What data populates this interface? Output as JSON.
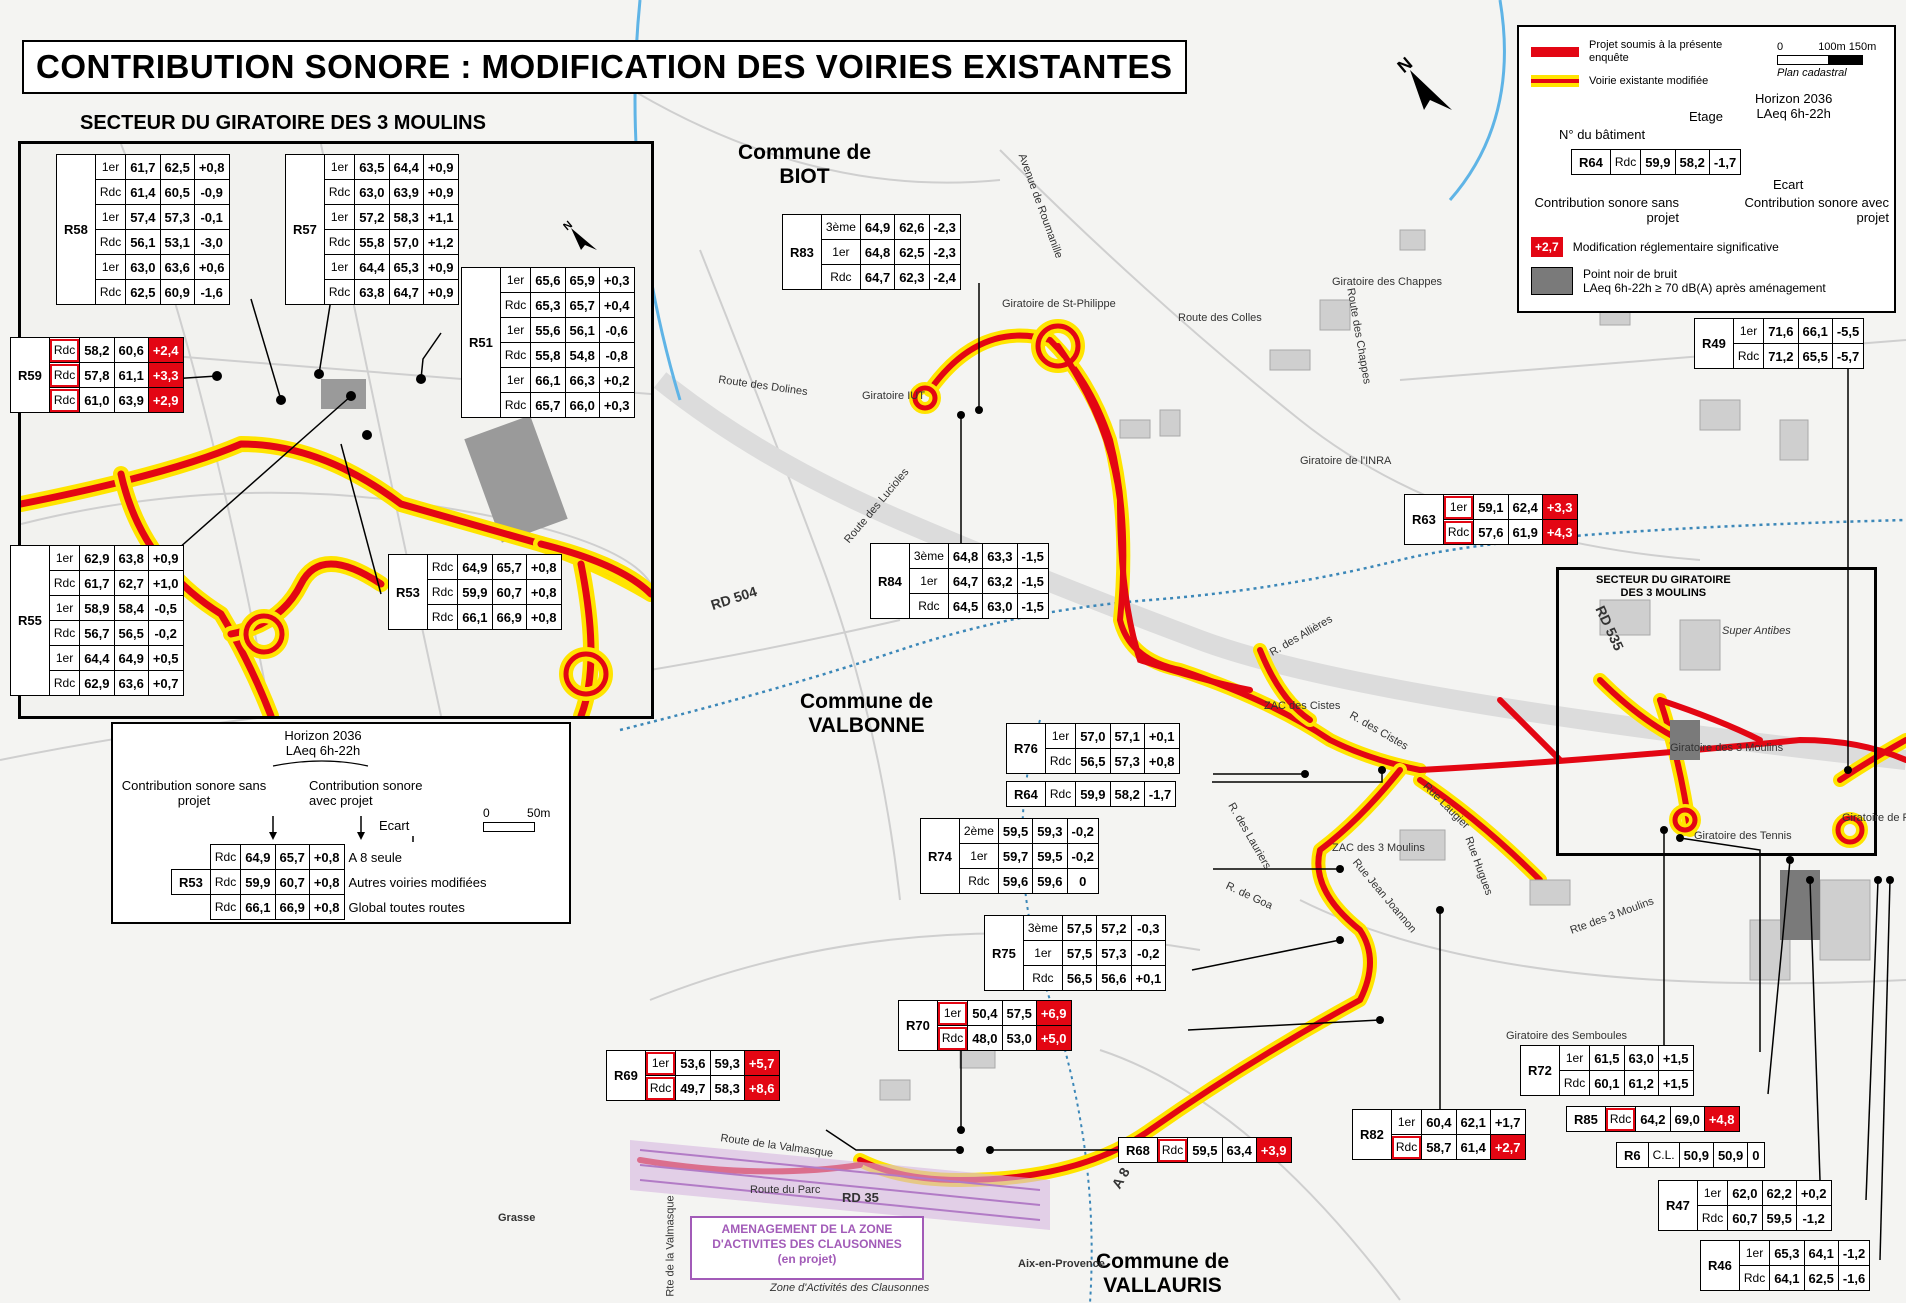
{
  "title": "CONTRIBUTION SONORE : MODIFICATION DES VOIRIES EXISTANTES",
  "sector_title": "SECTEUR DU GIRATOIRE DES 3 MOULINS",
  "sector_title_small": [
    "SECTEUR DU GIRATOIRE",
    "DES 3 MOULINS"
  ],
  "colors": {
    "road_project": "#e30613",
    "road_modified_outer": "#ffe400",
    "significant": "#e30613",
    "noise_black": "#7a7a7a"
  },
  "communes": {
    "biot": [
      "Commune de",
      "BIOT"
    ],
    "valbonne": [
      "Commune de",
      "VALBONNE"
    ],
    "vallauris": [
      "Commune de",
      "VALLAURIS"
    ]
  },
  "map_labels": [
    "Avenue de Roumanille",
    "Giratoire de St-Philippe",
    "Route des Colles",
    "Giratoire des Chappes",
    "Route des Chappes",
    "Route des Dolines",
    "Giratoire IUT",
    "Route des Lucioles",
    "Giratoire de l'INRA",
    "RD 504",
    "Giratoire des 3 Moulins",
    "A 8",
    "Giratoire des Tennis",
    "Giratoire de Provence",
    "R. des Allières",
    "ZAC des Cistes",
    "R. des Cistes",
    "Rue Laugier",
    "R. des Lauriers",
    "R. de Goa",
    "ZAC des 3 Moulins",
    "Rue Jean Joannon",
    "Rue Hugues",
    "Rte des 3 Moulins",
    "Giratoire des Semboules",
    "RD 535",
    "Super Antibes",
    "Route de la Valmasque",
    "Route du Parc",
    "RD 35",
    "Grasse",
    "Rte de la Valmasque",
    "Aix-en-Provence",
    "Zone d'Activités des Clausonnes"
  ],
  "project_box": [
    "AMENAGEMENT DE LA ZONE",
    "D'ACTIVITES DES CLAUSONNES",
    "(en projet)"
  ],
  "legend": {
    "project_road": "Projet soumis à la présente enquête",
    "modified_road": "Voirie existante modifiée",
    "scale": [
      "0",
      "100m",
      "150m"
    ],
    "plan": "Plan cadastral",
    "etage": "Etage",
    "horizon": "Horizon 2036",
    "laeq": "LAeq 6h-22h",
    "num_batiment": "N° du bâtiment",
    "example": [
      "R64",
      "Rdc",
      "59,9",
      "58,2",
      "-1,7"
    ],
    "ecart": "Ecart",
    "sans_projet": "Contribution sonore sans projet",
    "avec_projet": "Contribution sonore avec projet",
    "significant_value": "+2,7",
    "significant_text": "Modification réglementaire significative",
    "black_point": "Point noir de bruit",
    "black_point_detail": "LAeq 6h-22h ≥ 70 dB(A) après aménagement"
  },
  "inset_legend": {
    "horizon": "Horizon 2036",
    "laeq": "LAeq 6h-22h",
    "sans_projet": "Contribution sonore sans projet",
    "avec_projet": "Contribution sonore avec projet",
    "ecart": "Ecart",
    "scale": [
      "0",
      "50m"
    ],
    "plan": "Plan cadastral",
    "id": "R53",
    "rows": [
      {
        "et": "Rdc",
        "a": "64,9",
        "b": "65,7",
        "d": "+0,8",
        "note": "A 8 seule"
      },
      {
        "et": "Rdc",
        "a": "59,9",
        "b": "60,7",
        "d": "+0,8",
        "note": "Autres voiries modifiées"
      },
      {
        "et": "Rdc",
        "a": "66,1",
        "b": "66,9",
        "d": "+0,8",
        "note": "Global toutes routes"
      }
    ]
  },
  "receptors": [
    {
      "id": "R58",
      "rows": [
        [
          "1er",
          "61,7",
          "62,5",
          "+0,8"
        ],
        [
          "Rdc",
          "61,4",
          "60,5",
          "-0,9"
        ],
        [
          "1er",
          "57,4",
          "57,3",
          "-0,1"
        ],
        [
          "Rdc",
          "56,1",
          "53,1",
          "-3,0"
        ],
        [
          "1er",
          "63,0",
          "63,6",
          "+0,6"
        ],
        [
          "Rdc",
          "62,5",
          "60,9",
          "-1,6"
        ]
      ]
    },
    {
      "id": "R57",
      "rows": [
        [
          "1er",
          "63,5",
          "64,4",
          "+0,9"
        ],
        [
          "Rdc",
          "63,0",
          "63,9",
          "+0,9"
        ],
        [
          "1er",
          "57,2",
          "58,3",
          "+1,1"
        ],
        [
          "Rdc",
          "55,8",
          "57,0",
          "+1,2"
        ],
        [
          "1er",
          "64,4",
          "65,3",
          "+0,9"
        ],
        [
          "Rdc",
          "63,8",
          "64,7",
          "+0,9"
        ]
      ]
    },
    {
      "id": "R51",
      "rows": [
        [
          "1er",
          "65,6",
          "65,9",
          "+0,3"
        ],
        [
          "Rdc",
          "65,3",
          "65,7",
          "+0,4"
        ],
        [
          "1er",
          "55,6",
          "56,1",
          "-0,6"
        ],
        [
          "Rdc",
          "55,8",
          "54,8",
          "-0,8"
        ],
        [
          "1er",
          "66,1",
          "66,3",
          "+0,2"
        ],
        [
          "Rdc",
          "65,7",
          "66,0",
          "+0,3"
        ]
      ]
    },
    {
      "id": "R59",
      "rows": [
        [
          "Rdc",
          "58,2",
          "60,6",
          "+2,4"
        ],
        [
          "Rdc",
          "57,8",
          "61,1",
          "+3,3"
        ],
        [
          "Rdc",
          "61,0",
          "63,9",
          "+2,9"
        ]
      ],
      "significant": true
    },
    {
      "id": "R55",
      "rows": [
        [
          "1er",
          "62,9",
          "63,8",
          "+0,9"
        ],
        [
          "Rdc",
          "61,7",
          "62,7",
          "+1,0"
        ],
        [
          "1er",
          "58,9",
          "58,4",
          "-0,5"
        ],
        [
          "Rdc",
          "56,7",
          "56,5",
          "-0,2"
        ],
        [
          "1er",
          "64,4",
          "64,9",
          "+0,5"
        ],
        [
          "Rdc",
          "62,9",
          "63,6",
          "+0,7"
        ]
      ]
    },
    {
      "id": "R53",
      "rows": [
        [
          "Rdc",
          "64,9",
          "65,7",
          "+0,8"
        ],
        [
          "Rdc",
          "59,9",
          "60,7",
          "+0,8"
        ],
        [
          "Rdc",
          "66,1",
          "66,9",
          "+0,8"
        ]
      ]
    },
    {
      "id": "R83",
      "rows": [
        [
          "3ème",
          "64,9",
          "62,6",
          "-2,3"
        ],
        [
          "1er",
          "64,8",
          "62,5",
          "-2,3"
        ],
        [
          "Rdc",
          "64,7",
          "62,3",
          "-2,4"
        ]
      ]
    },
    {
      "id": "R84",
      "rows": [
        [
          "3ème",
          "64,8",
          "63,3",
          "-1,5"
        ],
        [
          "1er",
          "64,7",
          "63,2",
          "-1,5"
        ],
        [
          "Rdc",
          "64,5",
          "63,0",
          "-1,5"
        ]
      ]
    },
    {
      "id": "R63",
      "rows": [
        [
          "1er",
          "59,1",
          "62,4",
          "+3,3"
        ],
        [
          "Rdc",
          "57,6",
          "61,9",
          "+4,3"
        ]
      ],
      "significant": true
    },
    {
      "id": "R49",
      "rows": [
        [
          "1er",
          "71,6",
          "66,1",
          "-5,5"
        ],
        [
          "Rdc",
          "71,2",
          "65,5",
          "-5,7"
        ]
      ]
    },
    {
      "id": "R76",
      "rows": [
        [
          "1er",
          "57,0",
          "57,1",
          "+0,1"
        ],
        [
          "Rdc",
          "56,5",
          "57,3",
          "+0,8"
        ]
      ]
    },
    {
      "id": "R64",
      "rows": [
        [
          "Rdc",
          "59,9",
          "58,2",
          "-1,7"
        ]
      ]
    },
    {
      "id": "R74",
      "rows": [
        [
          "2ème",
          "59,5",
          "59,3",
          "-0,2"
        ],
        [
          "1er",
          "59,7",
          "59,5",
          "-0,2"
        ],
        [
          "Rdc",
          "59,6",
          "59,6",
          "0"
        ]
      ]
    },
    {
      "id": "R75",
      "rows": [
        [
          "3ème",
          "57,5",
          "57,2",
          "-0,3"
        ],
        [
          "1er",
          "57,5",
          "57,3",
          "-0,2"
        ],
        [
          "Rdc",
          "56,5",
          "56,6",
          "+0,1"
        ]
      ]
    },
    {
      "id": "R70",
      "rows": [
        [
          "1er",
          "50,4",
          "57,5",
          "+6,9"
        ],
        [
          "Rdc",
          "48,0",
          "53,0",
          "+5,0"
        ]
      ],
      "significant": true
    },
    {
      "id": "R69",
      "rows": [
        [
          "1er",
          "53,6",
          "59,3",
          "+5,7"
        ],
        [
          "Rdc",
          "49,7",
          "58,3",
          "+8,6"
        ]
      ],
      "significant": true
    },
    {
      "id": "R68",
      "rows": [
        [
          "Rdc",
          "59,5",
          "63,4",
          "+3,9"
        ]
      ],
      "significant": true
    },
    {
      "id": "R82",
      "rows": [
        [
          "1er",
          "60,4",
          "62,1",
          "+1,7"
        ],
        [
          "Rdc",
          "58,7",
          "61,4",
          "+2,7"
        ]
      ],
      "significant_rows": [
        1
      ]
    },
    {
      "id": "R72",
      "rows": [
        [
          "1er",
          "61,5",
          "63,0",
          "+1,5"
        ],
        [
          "Rdc",
          "60,1",
          "61,2",
          "+1,5"
        ]
      ]
    },
    {
      "id": "R85",
      "rows": [
        [
          "Rdc",
          "64,2",
          "69,0",
          "+4,8"
        ]
      ],
      "significant": true
    },
    {
      "id": "R6",
      "rows": [
        [
          "C.L.",
          "50,9",
          "50,9",
          "0"
        ]
      ]
    },
    {
      "id": "R47",
      "rows": [
        [
          "1er",
          "62,0",
          "62,2",
          "+0,2"
        ],
        [
          "Rdc",
          "60,7",
          "59,5",
          "-1,2"
        ]
      ]
    },
    {
      "id": "R46",
      "rows": [
        [
          "1er",
          "65,3",
          "64,1",
          "-1,2"
        ],
        [
          "Rdc",
          "64,1",
          "62,5",
          "-1,6"
        ]
      ]
    }
  ]
}
